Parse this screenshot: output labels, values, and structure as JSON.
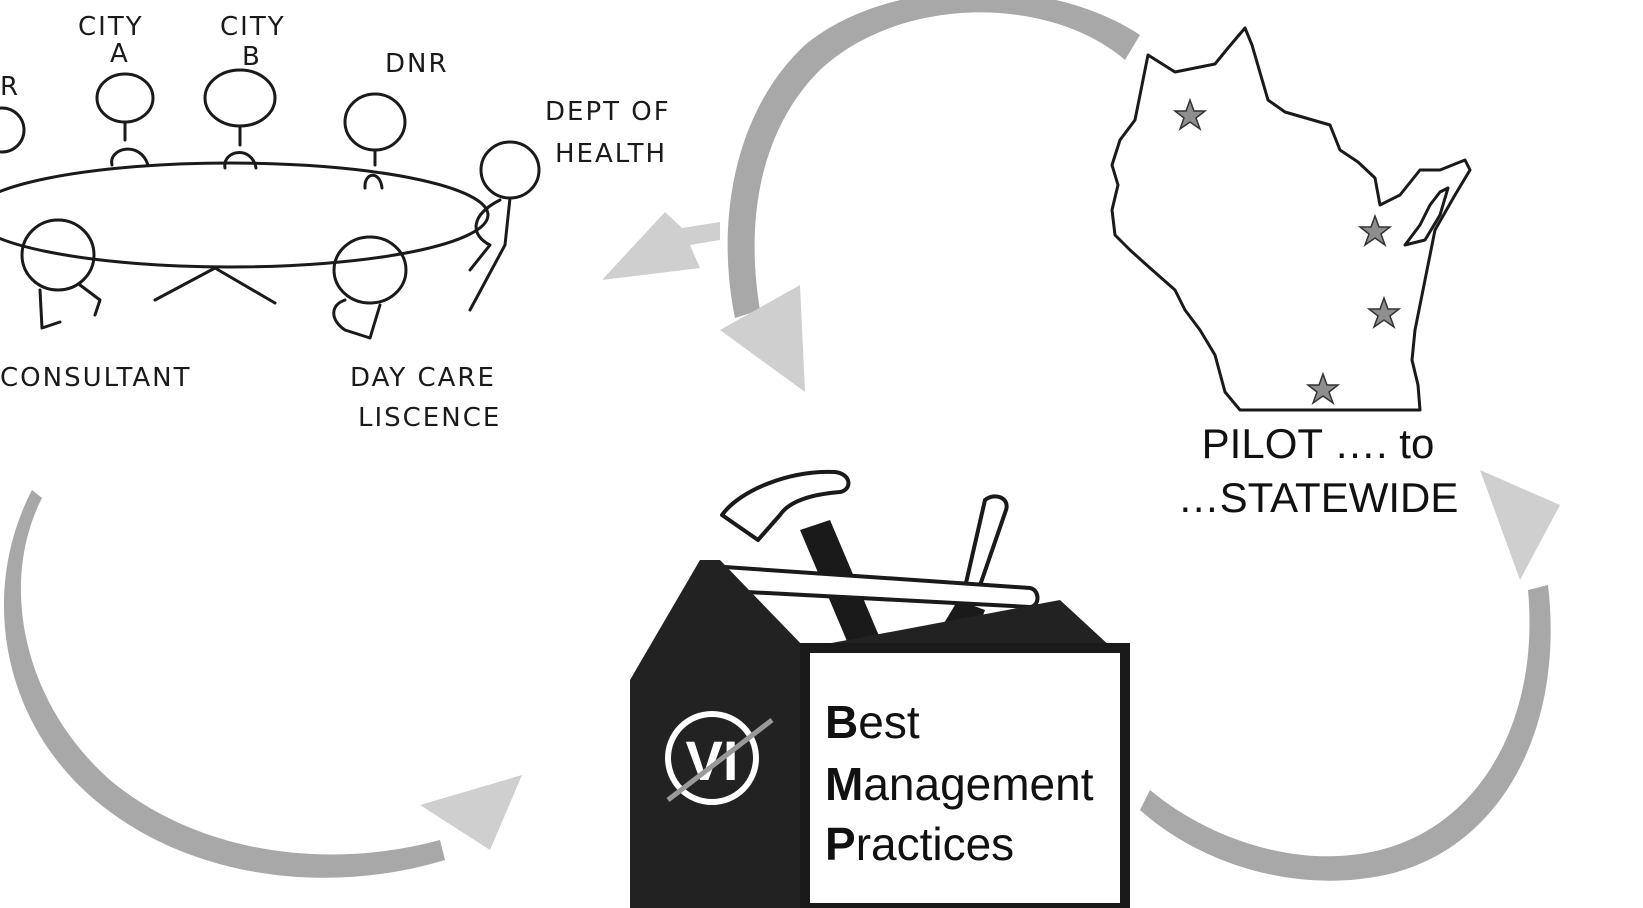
{
  "sketch": {
    "labels": {
      "partial_left": "R",
      "city_a_line1": "CITY",
      "city_a_line2": "A",
      "city_b_line1": "CITY",
      "city_b_line2": "B",
      "dnr": "DNR",
      "health_line1": "DEPT OF",
      "health_line2": "HEALTH",
      "consultant": "CONSULTANT",
      "daycare_line1": "DAY CARE",
      "daycare_line2": "LISCENCE"
    }
  },
  "map": {
    "caption_line1": "PILOT …. to",
    "caption_line2": "…STATEWIDE",
    "star_count": 4
  },
  "toolbox": {
    "logo_text": "VI",
    "bmp": [
      {
        "initial": "B",
        "rest": "est"
      },
      {
        "initial": "M",
        "rest": "anagement"
      },
      {
        "initial": "P",
        "rest": "ractices"
      }
    ]
  },
  "colors": {
    "arrow_light": "#cfcfcf",
    "arrow_dark": "#a8a8a8",
    "ink": "#1a1a1a",
    "star_fill": "#8e8e8e"
  }
}
